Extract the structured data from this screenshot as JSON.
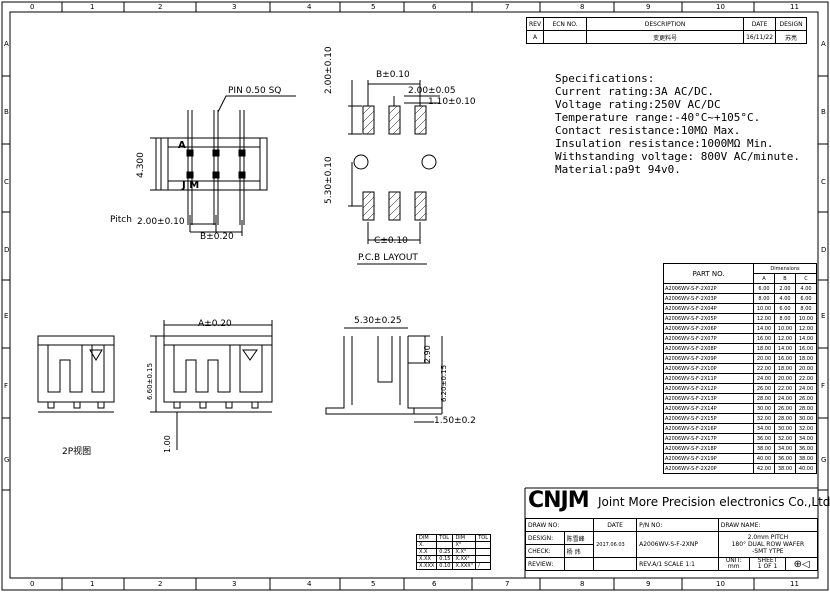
{
  "border": {
    "cols": [
      "0",
      "1",
      "2",
      "3",
      "4",
      "5",
      "6",
      "7",
      "8",
      "9",
      "10",
      "11"
    ],
    "rows": [
      "A",
      "B",
      "C",
      "D",
      "E",
      "F",
      "G"
    ]
  },
  "rev_table": {
    "headers": [
      "REV",
      "ECN NO.",
      "DESCRIPTION",
      "DATE",
      "DESIGN"
    ],
    "row": [
      "A",
      "",
      "变更料号",
      "16/11/22",
      "苏亮"
    ]
  },
  "specs": {
    "title": "Specifications:",
    "lines": [
      "Current rating:3A AC/DC.",
      "Voltage rating:250V AC/DC",
      "Temperature range:-40°C~+105°C.",
      "Contact resistance:10MΩ Max.",
      "Insulation resistance:1000MΩ Min.",
      "Withstanding voltage: 800V AC/minute.",
      "Material:pa9t 94v0."
    ]
  },
  "dims": {
    "pin_sq": "PIN 0.50 SQ",
    "a_mark": "A",
    "jm_mark": "J M",
    "height_4_3": "4.300",
    "pitch_label": "Pitch",
    "pitch_val": "2.00±0.10",
    "b_020": "B±0.20",
    "b_010": "B±0.10",
    "p_200_005": "2.00±0.05",
    "p_110_010": "1.10±0.10",
    "p_200_010_v": "2.00±0.10",
    "p_530_010_v": "5.30±0.10",
    "c_010": "C±0.10",
    "pcb_layout": "P.C.B LAYOUT",
    "a_020": "A±0.20",
    "v_6_60": "6.60±0.15",
    "v_1_00": "1.00",
    "side_530": "5.30±0.25",
    "side_290": "2.90",
    "side_620": "6.20±0.15",
    "side_150": "1.50±0.2",
    "view_2p": "2P视图"
  },
  "parts_table": {
    "header_part": "PART NO.",
    "header_dims": "Dimensions",
    "cols": [
      "A",
      "B",
      "C"
    ],
    "rows": [
      [
        "A2006WV-S-F-2X02P",
        "6.00",
        "2.00",
        "4.00"
      ],
      [
        "A2006WV-S-F-2X03P",
        "8.00",
        "4.00",
        "6.00"
      ],
      [
        "A2006WV-S-F-2X04P",
        "10.00",
        "6.00",
        "8.00"
      ],
      [
        "A2006WV-S-F-2X05P",
        "12.00",
        "8.00",
        "10.00"
      ],
      [
        "A2006WV-S-F-2X06P",
        "14.00",
        "10.00",
        "12.00"
      ],
      [
        "A2006WV-S-F-2X07P",
        "16.00",
        "12.00",
        "14.00"
      ],
      [
        "A2006WV-S-F-2X08P",
        "18.00",
        "14.00",
        "16.00"
      ],
      [
        "A2006WV-S-F-2X09P",
        "20.00",
        "16.00",
        "18.00"
      ],
      [
        "A2006WV-S-F-2X10P",
        "22.00",
        "18.00",
        "20.00"
      ],
      [
        "A2006WV-S-F-2X11P",
        "24.00",
        "20.00",
        "22.00"
      ],
      [
        "A2006WV-S-F-2X12P",
        "26.00",
        "22.00",
        "24.00"
      ],
      [
        "A2006WV-S-F-2X13P",
        "28.00",
        "24.00",
        "26.00"
      ],
      [
        "A2006WV-S-F-2X14P",
        "30.00",
        "26.00",
        "28.00"
      ],
      [
        "A2006WV-S-F-2X15P",
        "32.00",
        "28.00",
        "30.00"
      ],
      [
        "A2006WV-S-F-2X16P",
        "34.00",
        "30.00",
        "32.00"
      ],
      [
        "A2006WV-S-F-2X17P",
        "36.00",
        "32.00",
        "34.00"
      ],
      [
        "A2006WV-S-F-2X18P",
        "38.00",
        "34.00",
        "36.00"
      ],
      [
        "A2006WV-S-F-2X19P",
        "40.00",
        "36.00",
        "38.00"
      ],
      [
        "A2006WV-S-F-2X20P",
        "42.00",
        "38.00",
        "40.00"
      ]
    ]
  },
  "title_block": {
    "company": "Joint More Precision electronics Co.,Ltd.",
    "logo_text": "CNJM",
    "draw_no": "DRAW NO:",
    "date_label": "DATE",
    "pn_label": "P/N NO:",
    "draw_name_label": "DRAW NAME:",
    "draw_name_l1": "2.0mm PITCH",
    "draw_name_l2": "180° DUAL ROW WAFER",
    "draw_name_l3": "-SMT YTPE",
    "design_label": "DESIGN:",
    "design_name": "陈雪峰",
    "date_val": "2017.06.03",
    "pn_val": "A2006WV-S-F-2XNP",
    "check_label": "CHECK:",
    "check_name": "杨 炜",
    "review_label": "REVIEW:",
    "rev_label": "REV.A/1",
    "scale_label": "SCALE 1:1",
    "unit_label": "UNIT:",
    "unit_val": "mm",
    "sheet_label": "SHEET",
    "sheet_val": "1 OF 1"
  },
  "tol_table": {
    "dim_h": "DIM",
    "tol_h": "TOL",
    "left": [
      [
        "X.",
        ""
      ],
      [
        "X.X",
        "0.25"
      ],
      [
        "X.XX",
        "0.15"
      ],
      [
        "X.XXX",
        "0.10"
      ]
    ],
    "right": [
      [
        "X°",
        ""
      ],
      [
        "X.X°",
        ""
      ],
      [
        "X.XX°",
        ""
      ],
      [
        "X.XXX°",
        "/"
      ]
    ]
  }
}
